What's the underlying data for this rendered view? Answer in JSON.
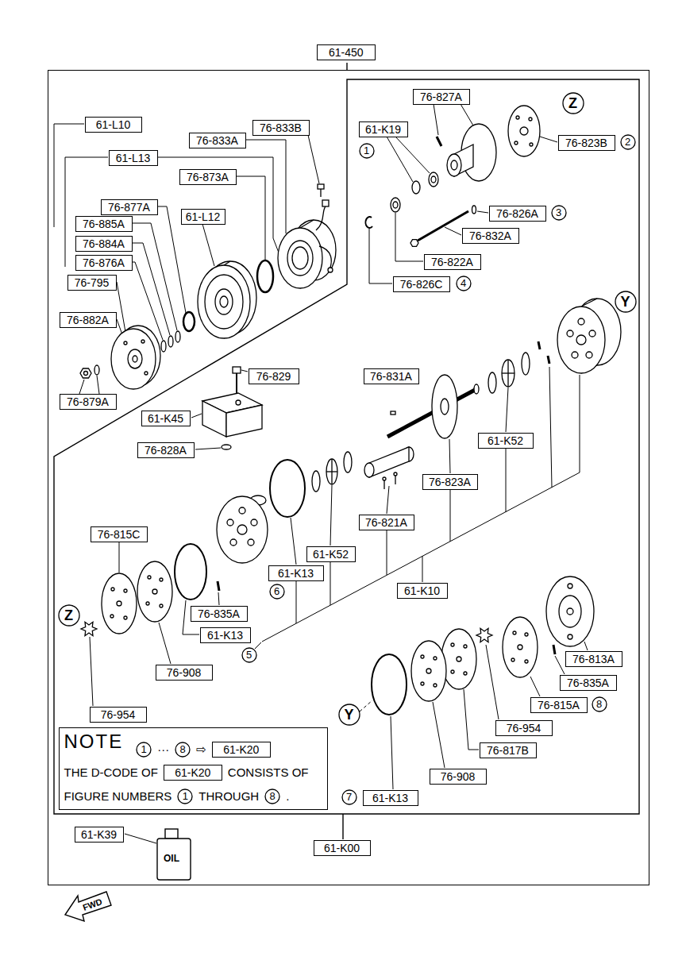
{
  "diagram": {
    "nodes": [
      {
        "text": [
          "61-450"
        ]
      },
      {
        "text": [
          "76-827A"
        ],
        "in": 0
      },
      {
        "text": [
          "61-L10"
        ],
        "in": 0
      },
      {
        "text": [
          "61-K19"
        ],
        "in": 0
      },
      {
        "text": [
          "1"
        ],
        "in": 0
      },
      {
        "text": [
          "76-833B"
        ],
        "in": 0
      },
      {
        "text": [
          "Z"
        ],
        "in": 0
      },
      {
        "text": [
          "76-833A"
        ],
        "in": 0
      },
      {
        "text": [
          "76-823B"
        ],
        "in": 0
      },
      {
        "text": [
          "2"
        ],
        "in": 0
      },
      {
        "text": [
          "61-L13"
        ],
        "in": 0
      },
      {
        "text": [
          "76-873A"
        ],
        "in": 0
      },
      {
        "text": [
          "76-877A"
        ],
        "in": 0
      },
      {
        "text": [
          "61-L12"
        ],
        "in": 0
      },
      {
        "text": [
          "76-826A"
        ],
        "in": 0
      },
      {
        "text": [
          "3"
        ],
        "in": 0
      },
      {
        "text": [
          "76-885A"
        ],
        "in": 0
      },
      {
        "text": [
          "76-832A"
        ],
        "in": 0
      },
      {
        "text": [
          "76-884A"
        ],
        "in": 0
      },
      {
        "text": [
          "76-876A"
        ],
        "in": 0
      },
      {
        "text": [
          "76-822A"
        ],
        "in": 0
      },
      {
        "text": [
          "76-795"
        ],
        "in": 0
      },
      {
        "text": [
          "76-826C"
        ],
        "in": 0
      },
      {
        "text": [
          "4"
        ],
        "in": 0
      },
      {
        "text": [
          "Y"
        ],
        "in": 0
      },
      {
        "text": [
          "76-882A"
        ],
        "in": 0
      },
      {
        "text": [
          "76-829"
        ],
        "in": 0
      },
      {
        "text": [
          "76-831A"
        ],
        "in": 0
      },
      {
        "text": [
          "76-879A"
        ],
        "in": 0
      },
      {
        "text": [
          "61-K45"
        ],
        "in": 0
      },
      {
        "text": [
          "61-K52"
        ],
        "in": 0
      },
      {
        "text": [
          "76-828A"
        ],
        "in": 0
      },
      {
        "text": [
          "76-823A"
        ],
        "in": 0
      },
      {
        "text": [
          "76-821A"
        ],
        "in": 0
      },
      {
        "text": [
          "76-815C"
        ],
        "in": 0
      },
      {
        "text": [
          "61-K52"
        ],
        "in": 0
      },
      {
        "text": [
          "61-K13"
        ],
        "in": 0
      },
      {
        "text": [
          "6"
        ],
        "in": 0
      },
      {
        "text": [
          "61-K10"
        ],
        "in": 0
      },
      {
        "text": [
          "76-835A"
        ],
        "in": 0
      },
      {
        "text": [
          "Z"
        ],
        "in": 0
      },
      {
        "text": [
          "61-K13"
        ],
        "in": 0
      },
      {
        "text": [
          "76-813A"
        ],
        "in": 0
      },
      {
        "text": [
          "5"
        ],
        "in": 0
      },
      {
        "text": [
          "76-908"
        ],
        "in": 0
      },
      {
        "text": [
          "76-835A"
        ],
        "in": 0
      },
      {
        "text": [
          "76-815A"
        ],
        "in": 0
      },
      {
        "text": [
          "8"
        ],
        "in": 0
      },
      {
        "text": [
          "76-954"
        ],
        "in": 0
      },
      {
        "text": [
          "Y"
        ],
        "in": 0
      },
      {
        "text": [
          "76-954"
        ],
        "in": 0
      },
      {
        "text": [
          "NOTE",
          "···",
          "⇨",
          "THE D-CODE OF",
          "CONSISTS OF",
          "FIGURE NUMBERS",
          "THROUGH",
          "."
        ],
        "in": 0
      },
      {
        "text": [
          "1"
        ],
        "in": 51
      },
      {
        "text": [
          "8"
        ],
        "in": 51
      },
      {
        "text": [
          "61-K20"
        ],
        "in": 51
      },
      {
        "text": [
          "61-K20"
        ],
        "in": 51
      },
      {
        "text": [
          "1"
        ],
        "in": 51
      },
      {
        "text": [
          "8"
        ],
        "in": 51
      },
      {
        "text": [
          "76-817B"
        ],
        "in": 0
      },
      {
        "text": [
          "76-908"
        ],
        "in": 0
      },
      {
        "text": [
          "7"
        ],
        "in": 0
      },
      {
        "text": [
          "61-K13"
        ],
        "in": 0
      },
      {
        "text": [
          "61-K39"
        ],
        "in": 0
      },
      {
        "text": [
          "61-K00"
        ],
        "in": 0
      }
    ],
    "labels": [
      "OIL",
      "FWD"
    ]
  }
}
